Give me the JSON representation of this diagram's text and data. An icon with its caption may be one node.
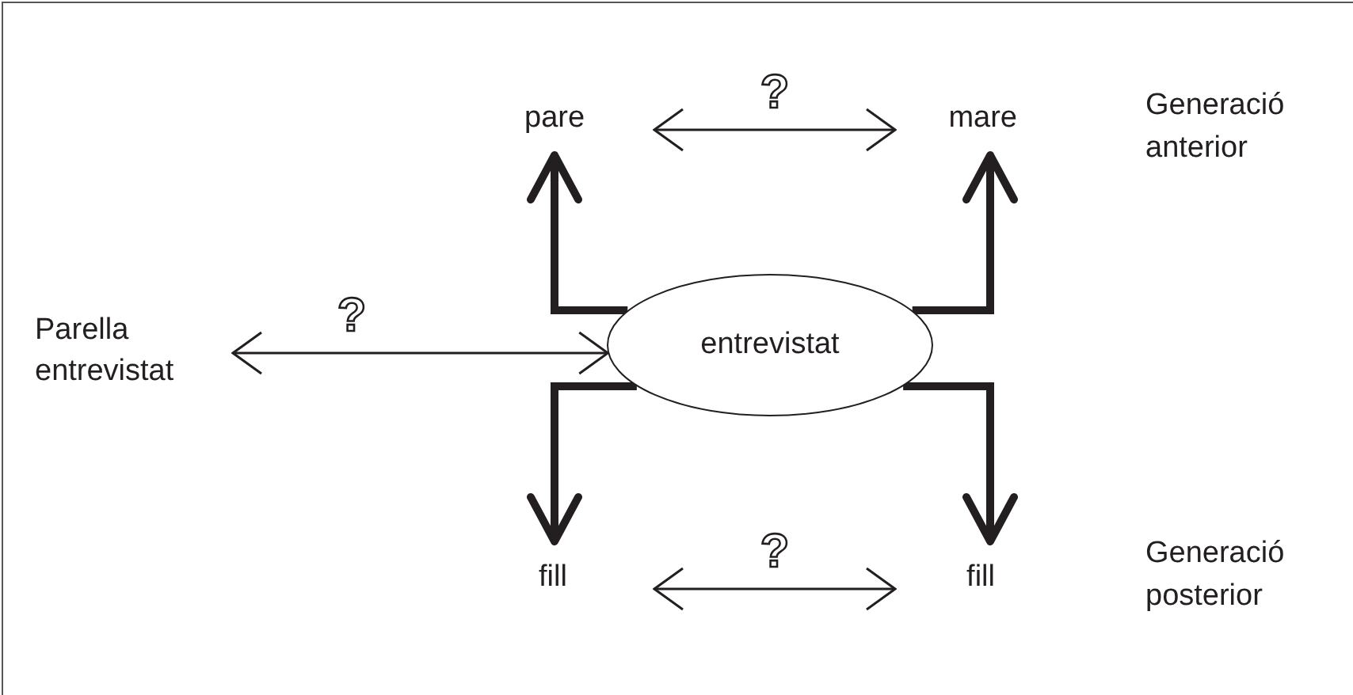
{
  "diagram": {
    "nodes": [
      {
        "text": [
          "pare"
        ]
      },
      {
        "text": [
          "mare"
        ]
      },
      {
        "text": [
          "Parella entrevistat"
        ]
      },
      {
        "text": [
          "entrevistat"
        ]
      },
      {
        "text": [
          "fill"
        ]
      },
      {
        "text": [
          "fill"
        ]
      }
    ],
    "edges": [
      {
        "from": 3,
        "to": 0,
        "arrow": "to"
      },
      {
        "from": 3,
        "to": 1,
        "arrow": "to"
      },
      {
        "from": 3,
        "to": 4,
        "arrow": "to"
      },
      {
        "from": 3,
        "to": 5,
        "arrow": "to"
      },
      {
        "from": 0,
        "to": 1,
        "arrow": "both",
        "label": "?"
      },
      {
        "from": 2,
        "to": 3,
        "arrow": "both",
        "label": "?"
      },
      {
        "from": 4,
        "to": 5,
        "arrow": "both",
        "label": "?"
      }
    ],
    "labels": [
      "Generació anterior",
      "Generació posterior"
    ]
  }
}
